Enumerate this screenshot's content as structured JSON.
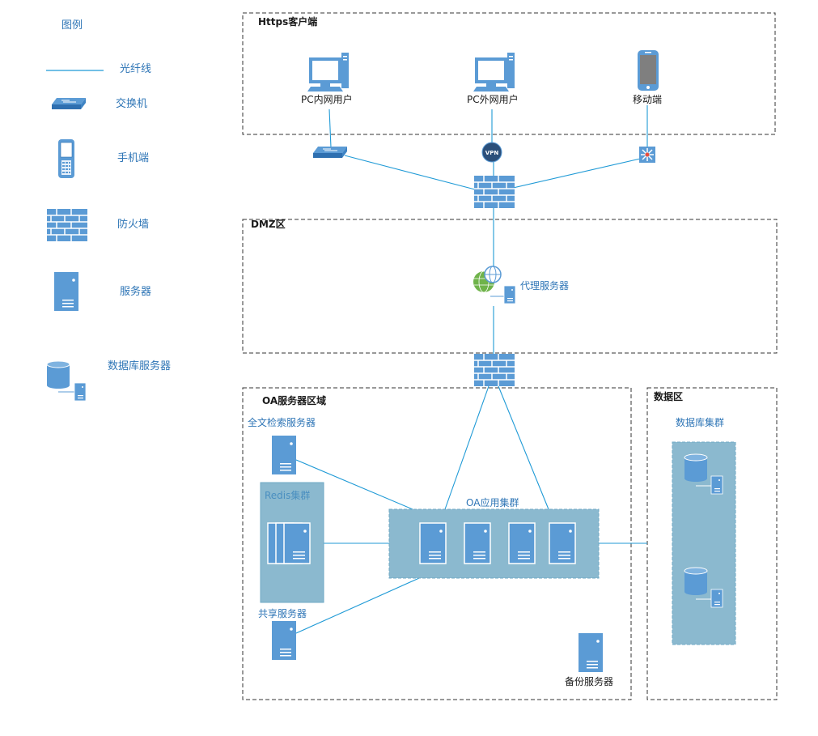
{
  "colors": {
    "icon": "#5b9bd5",
    "icon_dark": "#2e6fb0",
    "line": "#1f9ad6",
    "cluster_bg": "#8bb9cf",
    "cluster_border": "#6fa9c5",
    "zone_border": "#333333",
    "legend_text": "#2e75b6",
    "dark_text": "#1a1a1a",
    "cluster_text": "#4a8fc0"
  },
  "legend": {
    "title": "图例",
    "fiber": "光纤线",
    "switch": "交换机",
    "phone": "手机端",
    "firewall": "防火墙",
    "server": "服务器",
    "db_server": "数据库服务器"
  },
  "zones": {
    "https_client": "Https客户端",
    "dmz": "DMZ区",
    "oa_area": "OA服务器区域",
    "data_area": "数据区"
  },
  "nodes": {
    "pc_internal": "PC内网用户",
    "pc_external": "PC外网用户",
    "mobile": "移动端",
    "vpn": "VPN",
    "proxy_server": "代理服务器",
    "fulltext_server": "全文检索服务器",
    "redis_cluster": "Redis集群",
    "oa_cluster": "OA应用集群",
    "shared_server": "共享服务器",
    "backup_server": "备份服务器",
    "db_cluster": "数据库集群"
  }
}
